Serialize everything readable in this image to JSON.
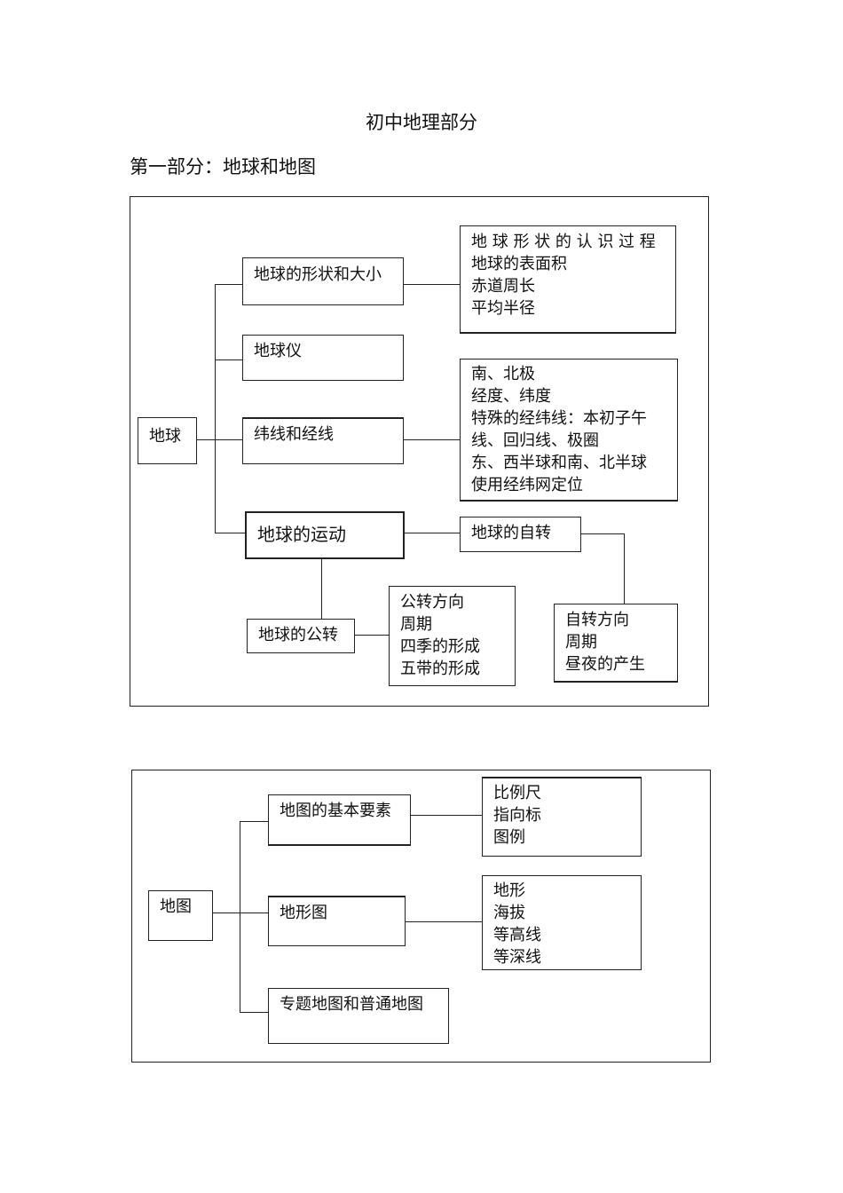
{
  "doc": {
    "title": "初中地理部分",
    "section": "第一部分：地球和地图"
  },
  "earth": {
    "root": "地球",
    "shape": "地球的形状和大小",
    "shape_details": [
      "地 球 形 状 的 认 识 过 程",
      "地球的表面积",
      "赤道周长",
      "平均半径"
    ],
    "globe": "地球仪",
    "lat_lon": "纬线和经线",
    "lat_lon_details": [
      "南、北极",
      "经度、纬度",
      "特殊的经纬线：本初子午",
      "线、回归线、极圈",
      "东、西半球和南、北半球",
      "使用经纬网定位"
    ],
    "motion": "地球的运动",
    "rotation": "地球的自转",
    "rotation_details": [
      "自转方向",
      "周期",
      "昼夜的产生"
    ],
    "revolution": "地球的公转",
    "revolution_details": [
      "公转方向",
      "周期",
      "四季的形成",
      "五带的形成"
    ]
  },
  "map": {
    "root": "地图",
    "elements": "地图的基本要素",
    "elements_details": [
      "比例尺",
      "指向标",
      "图例"
    ],
    "terrain": "地形图",
    "terrain_details": [
      "地形",
      "海拔",
      "等高线",
      "等深线"
    ],
    "thematic": "专题地图和普通地图"
  }
}
